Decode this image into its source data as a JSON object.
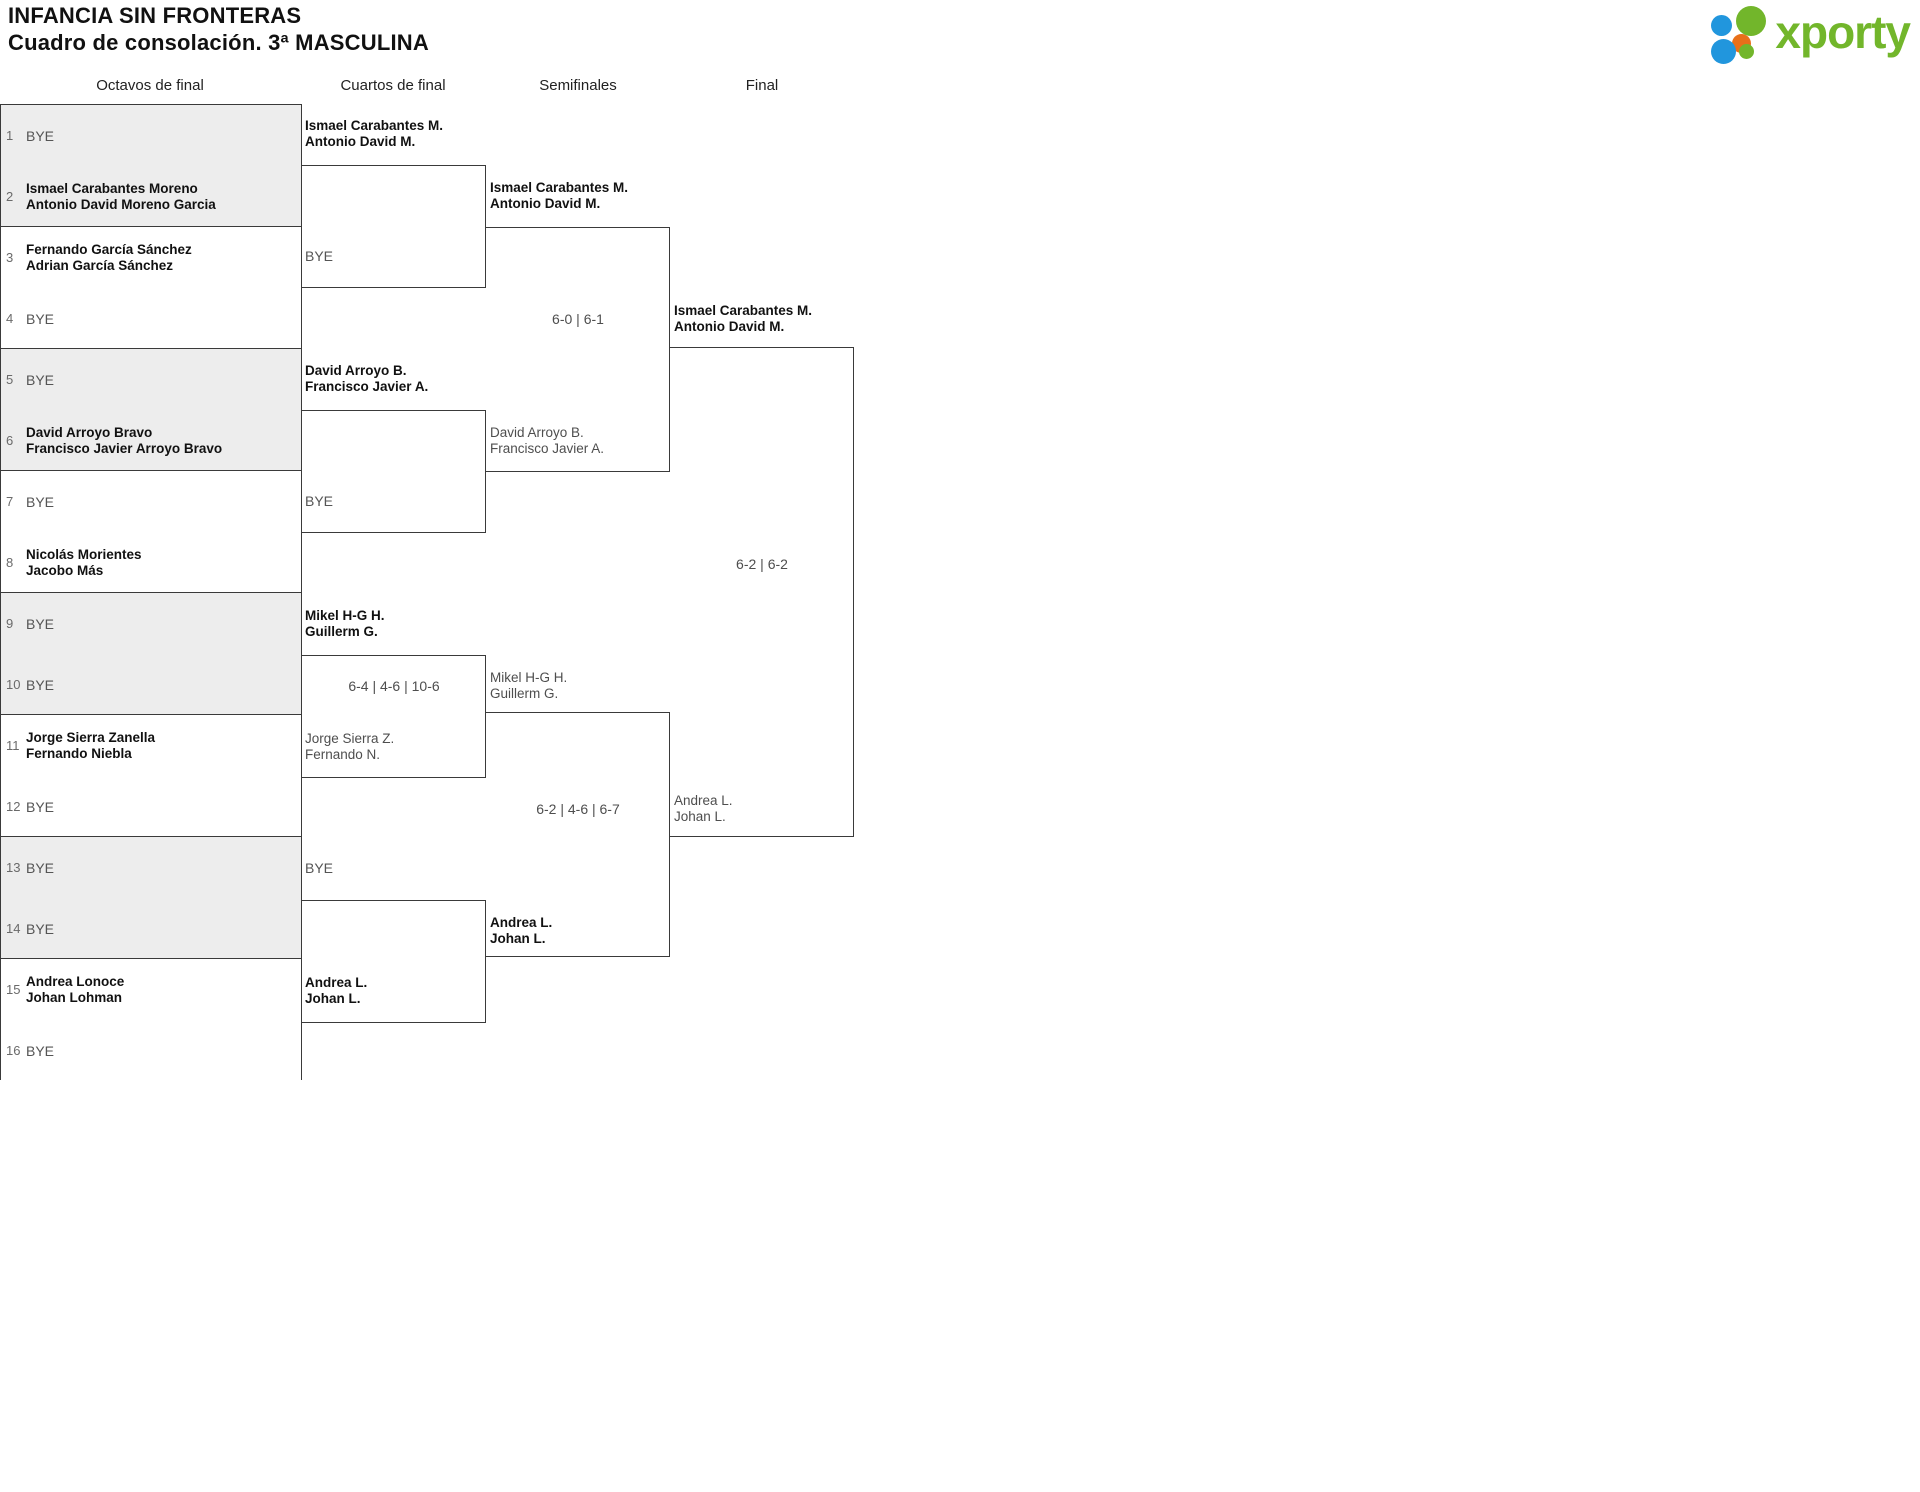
{
  "header": {
    "tournament": "INFANCIA SIN FRONTERAS",
    "subtitle": "Cuadro de consolación. 3ª MASCULINA",
    "logo_text": "xporty"
  },
  "rounds": [
    {
      "id": "r16",
      "label": "Octavos de final"
    },
    {
      "id": "qf",
      "label": "Cuartos de final"
    },
    {
      "id": "sf",
      "label": "Semifinales"
    },
    {
      "id": "final",
      "label": "Final"
    }
  ],
  "bye_label": "BYE",
  "r16": {
    "slots": [
      {
        "seed": "1",
        "p1": "BYE",
        "p2": "",
        "bye": true
      },
      {
        "seed": "2",
        "p1": "Ismael Carabantes Moreno",
        "p2": "Antonio David Moreno Garcia",
        "bye": false
      },
      {
        "seed": "3",
        "p1": "Fernando García Sánchez",
        "p2": "Adrian García Sánchez",
        "bye": false
      },
      {
        "seed": "4",
        "p1": "BYE",
        "p2": "",
        "bye": true
      },
      {
        "seed": "5",
        "p1": "BYE",
        "p2": "",
        "bye": true
      },
      {
        "seed": "6",
        "p1": "David Arroyo Bravo",
        "p2": "Francisco Javier Arroyo Bravo",
        "bye": false
      },
      {
        "seed": "7",
        "p1": "BYE",
        "p2": "",
        "bye": true
      },
      {
        "seed": "8",
        "p1": "Nicolás Morientes",
        "p2": "Jacobo Más",
        "bye": false
      },
      {
        "seed": "9",
        "p1": "BYE",
        "p2": "",
        "bye": true
      },
      {
        "seed": "10",
        "p1": "BYE",
        "p2": "",
        "bye": true
      },
      {
        "seed": "11",
        "p1": "Jorge Sierra Zanella",
        "p2": "Fernando Niebla",
        "bye": false
      },
      {
        "seed": "12",
        "p1": "BYE",
        "p2": "",
        "bye": true
      },
      {
        "seed": "13",
        "p1": "BYE",
        "p2": "",
        "bye": true
      },
      {
        "seed": "14",
        "p1": "BYE",
        "p2": "",
        "bye": true
      },
      {
        "seed": "15",
        "p1": "Andrea Lonoce",
        "p2": "Johan Lohman",
        "bye": false
      },
      {
        "seed": "16",
        "p1": "BYE",
        "p2": "",
        "bye": true
      }
    ]
  },
  "qf": {
    "entries": [
      {
        "p1": "Ismael Carabantes M.",
        "p2": "Antonio David M.",
        "bye": false,
        "score": ""
      },
      {
        "p1": "BYE",
        "p2": "",
        "bye": true,
        "score": ""
      },
      {
        "p1": "David Arroyo B.",
        "p2": "Francisco Javier A.",
        "bye": false,
        "score": ""
      },
      {
        "p1": "BYE",
        "p2": "",
        "bye": true,
        "score": ""
      },
      {
        "p1": "Mikel H-G H.",
        "p2": "Guillerm G.",
        "bye": false,
        "score": "6-4 | 4-6 | 10-6"
      },
      {
        "p1": "Jorge Sierra Z.",
        "p2": "Fernando N.",
        "bye": false,
        "score": ""
      },
      {
        "p1": "BYE",
        "p2": "",
        "bye": true,
        "score": ""
      },
      {
        "p1": "Andrea L.",
        "p2": "Johan L.",
        "bye": false,
        "score": ""
      }
    ]
  },
  "sf": {
    "entries": [
      {
        "p1": "Ismael Carabantes M.",
        "p2": "Antonio David M.",
        "score": "6-0 | 6-1"
      },
      {
        "p1": "David Arroyo B.",
        "p2": "Francisco Javier A.",
        "score": ""
      },
      {
        "p1": "Mikel H-G H.",
        "p2": "Guillerm G.",
        "score": "6-2 | 4-6 | 6-7"
      },
      {
        "p1": "Andrea L.",
        "p2": "Johan L.",
        "score": ""
      }
    ]
  },
  "final": {
    "entries": [
      {
        "p1": "Ismael Carabantes M.",
        "p2": "Antonio David M.",
        "score": "6-2 | 6-2"
      },
      {
        "p1": "Andrea L.",
        "p2": "Johan L.",
        "score": ""
      }
    ]
  }
}
